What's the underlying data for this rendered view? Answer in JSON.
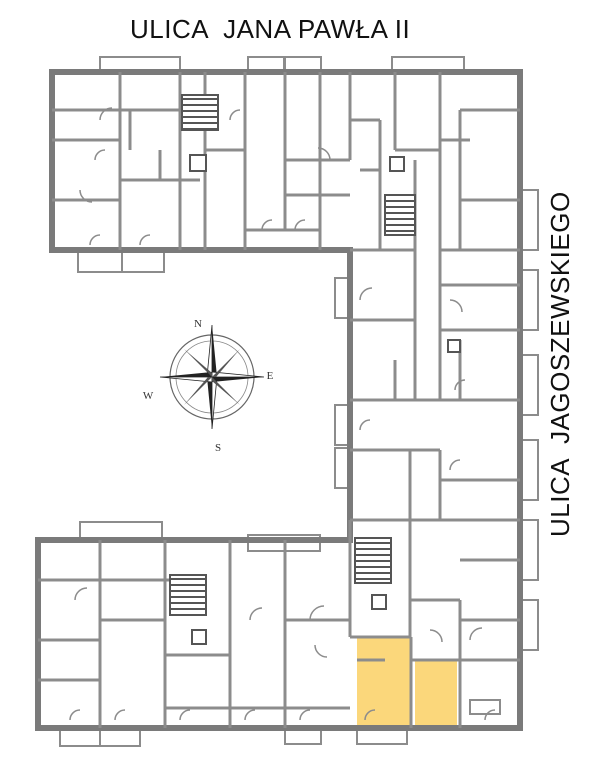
{
  "streets": {
    "top": "ULICA  JANA PAWŁA II",
    "right": "ULICA  JAGOSZEWSKIEGO"
  },
  "compass": {
    "north": "N",
    "east": "E",
    "south": "S",
    "west": "W"
  },
  "colors": {
    "wall": "#7a7a7a",
    "thin_wall": "#8c8c8c",
    "highlight_unit": "#fbd77b",
    "background": "#ffffff"
  },
  "highlighted_unit": {
    "description_visible": false
  }
}
